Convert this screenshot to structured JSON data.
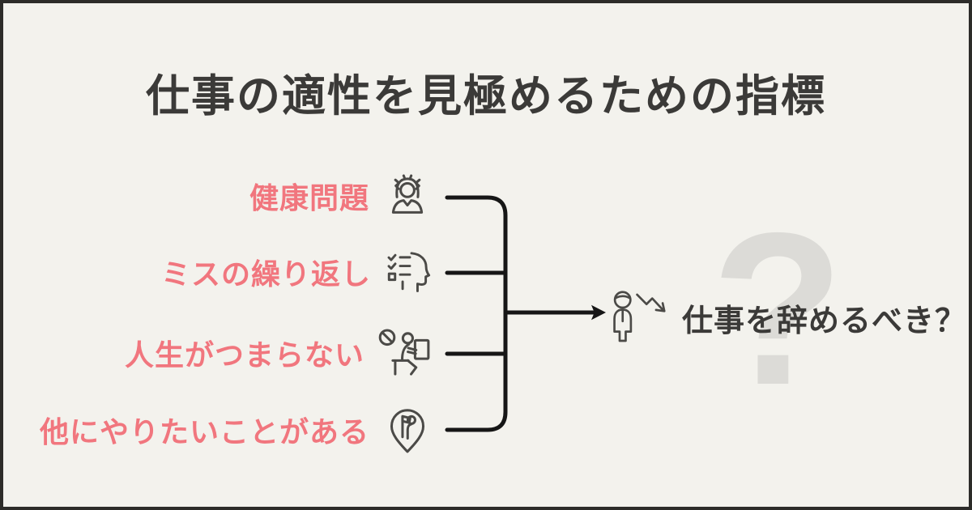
{
  "frame": {
    "background_color": "#f3f2ed",
    "border_color": "#2d2c29"
  },
  "title": {
    "text": "仕事の適性を見極めるための指標",
    "color": "#3b3a38"
  },
  "factors": [
    {
      "label": "健康問題",
      "icon": "stressed-person-icon"
    },
    {
      "label": "ミスの繰り返し",
      "icon": "checklist-head-icon"
    },
    {
      "label": "人生がつまらない",
      "icon": "bored-at-desk-icon"
    },
    {
      "label": "他にやりたいことがある",
      "icon": "map-pin-person-icon"
    }
  ],
  "result": {
    "label": "仕事を辞めるべき？",
    "icon": "person-decline-arrow-icon",
    "color": "#3b3a38"
  },
  "watermark": {
    "text": "?",
    "color": "#dcdbd7"
  },
  "connector": {
    "type": "bracket-with-arrow",
    "color": "#161616"
  },
  "accent_color": "#f1767e",
  "icon_stroke_color": "#4b4a47"
}
